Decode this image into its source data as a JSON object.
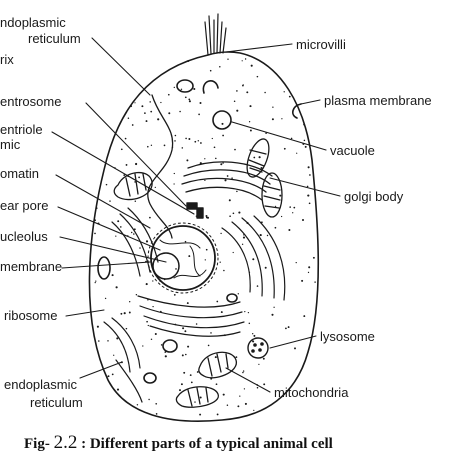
{
  "figure": {
    "caption_prefix": "Fig-",
    "caption_number": "2.2",
    "caption_text": ": Different parts of a typical animal cell"
  },
  "labels": {
    "endoplasmic_top_line1": "ndoplasmic",
    "endoplasmic_top_line2": "reticulum",
    "matrix": "rix",
    "centrosome": "entrosome",
    "centriole": "entriole",
    "centriole_sub": "mic",
    "chromatin": "omatin",
    "nuclear_pore": "ear pore",
    "nucleolus": "ucleolus",
    "nuclear_membrane": "membrane",
    "ribosome": "ribosome",
    "endoplasmic_bottom_line1": "endoplasmic",
    "endoplasmic_bottom_line2": "reticulum",
    "microvilli": "microvilli",
    "plasma_membrane": "plasma membrane",
    "vacuole": "vacuole",
    "golgi_body": "golgi body",
    "lysosome": "lysosome",
    "mitochondria": "mitochondria"
  }
}
